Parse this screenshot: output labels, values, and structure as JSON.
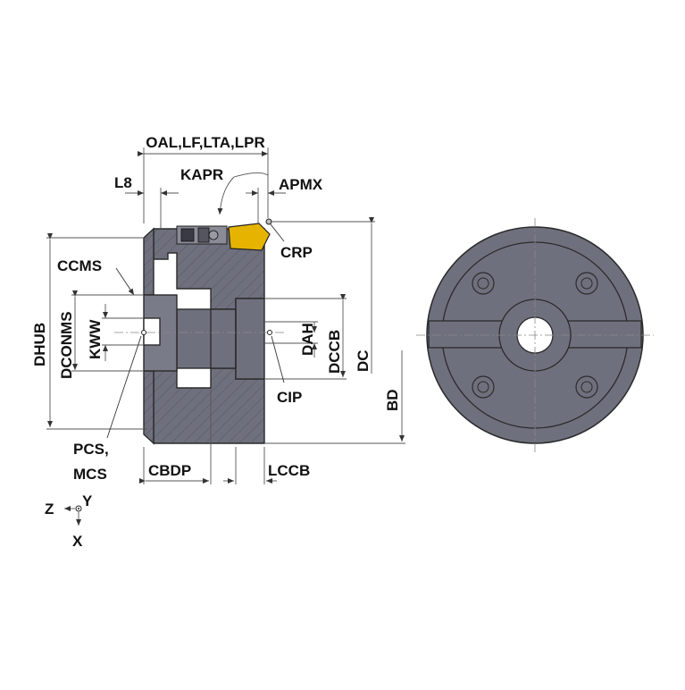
{
  "colors": {
    "body_fill": "#6f707d",
    "body_dark": "#4a4a55",
    "insert_gold": "#e6b400",
    "line": "#2b2b2b"
  },
  "labels": {
    "oal": "OAL,LF,LTA,LPR",
    "l8": "L8",
    "kapr": "KAPR",
    "apmx": "APMX",
    "crp": "CRP",
    "ccms": "CCMS",
    "dhub": "DHUB",
    "dconms": "DCONMS",
    "kww": "KWW",
    "dah": "DAH",
    "dccb": "DCCB",
    "dc": "DC",
    "bd": "BD",
    "cip": "CIP",
    "pcs": "PCS,",
    "mcs": "MCS",
    "cbdp": "CBDP",
    "lccb": "LCCB",
    "axis_z": "Z",
    "axis_y": "Y",
    "axis_x": "X"
  }
}
